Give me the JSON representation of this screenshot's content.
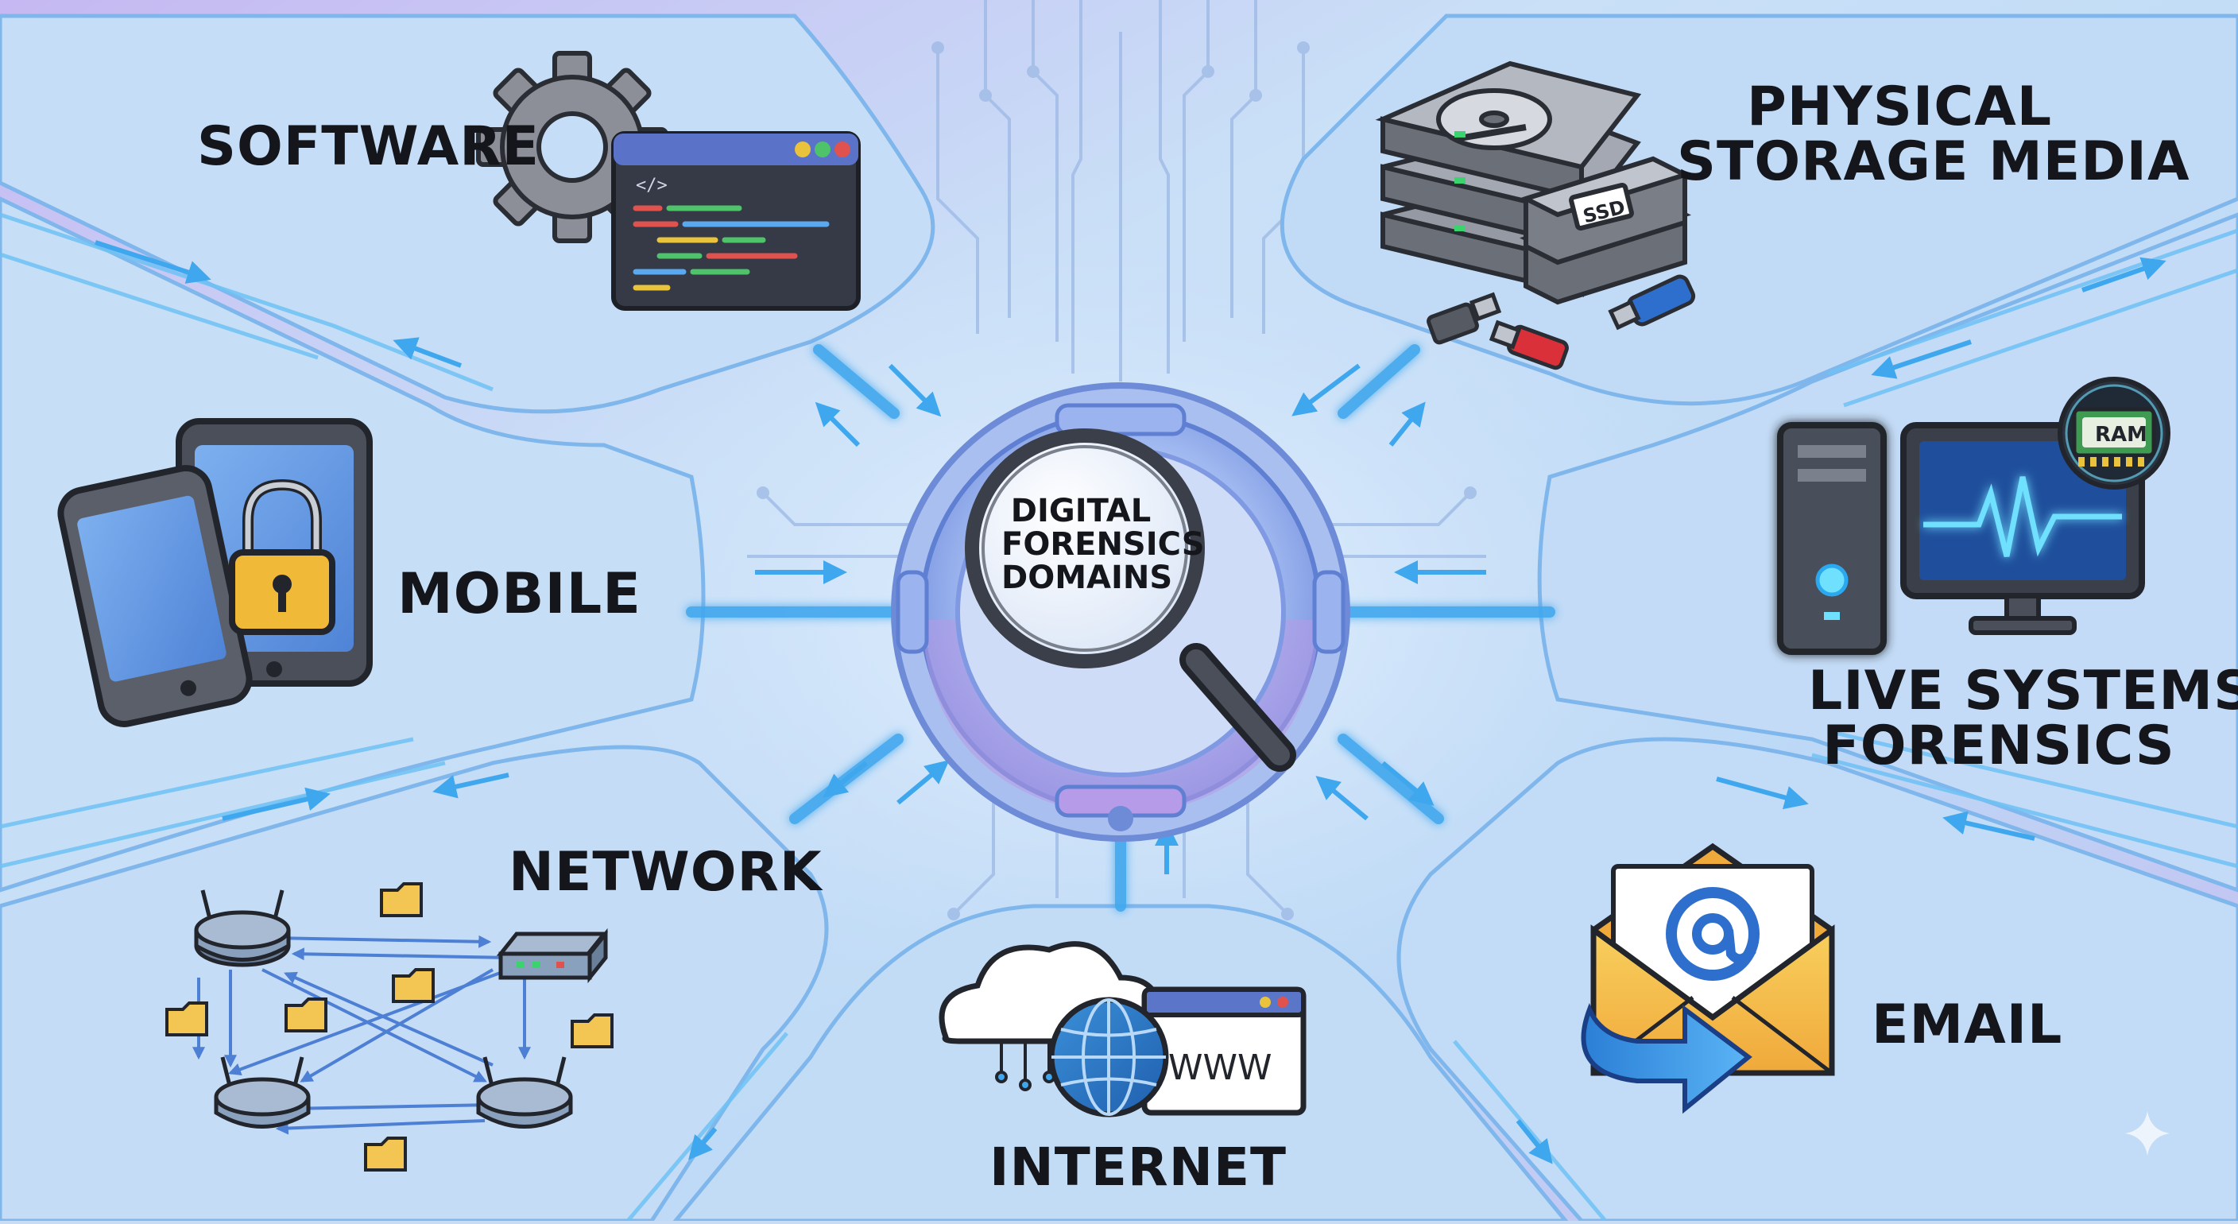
{
  "hub": {
    "lines": [
      "DIGITAL",
      "FORENSICS",
      "DOMAINS"
    ],
    "icon": "magnifying-glass-icon"
  },
  "domains": {
    "software": {
      "label": "SOFTWARE",
      "icons": [
        "gear-icon",
        "code-window-icon"
      ],
      "code_tag": "</>"
    },
    "physical": {
      "lines": [
        "PHYSICAL",
        "STORAGE MEDIA"
      ],
      "icons": [
        "hard-drive-icon",
        "ssd-icon",
        "usb-drive-icon"
      ],
      "ssd_text": "SSD"
    },
    "mobile": {
      "label": "MOBILE",
      "icons": [
        "smartphone-icon",
        "tablet-icon",
        "padlock-icon"
      ]
    },
    "live": {
      "lines": [
        "LIVE SYSTEMS",
        "FORENSICS"
      ],
      "icons": [
        "desktop-tower-icon",
        "monitor-heartbeat-icon",
        "ram-chip-icon"
      ],
      "ram_text": "RAM"
    },
    "network": {
      "label": "NETWORK",
      "icons": [
        "router-icon",
        "switch-icon",
        "folder-icon"
      ]
    },
    "internet": {
      "label": "INTERNET",
      "icons": [
        "cloud-icon",
        "globe-icon",
        "browser-window-icon"
      ],
      "www_text": "WWW"
    },
    "email": {
      "label": "EMAIL",
      "icons": [
        "envelope-icon",
        "at-sign-icon",
        "forward-arrow-icon"
      ]
    }
  },
  "colors": {
    "background": "#c9dcf5",
    "panel": "#c3dcf6",
    "connector": "#3fa7ee",
    "connector_glow": "#7fd3ff",
    "hub_ring": "#8aa6ea",
    "ink": "#14161c",
    "accent_purple": "#b9a3f0",
    "folder": "#f3c552"
  },
  "watermark_icon": "sparkle-icon"
}
